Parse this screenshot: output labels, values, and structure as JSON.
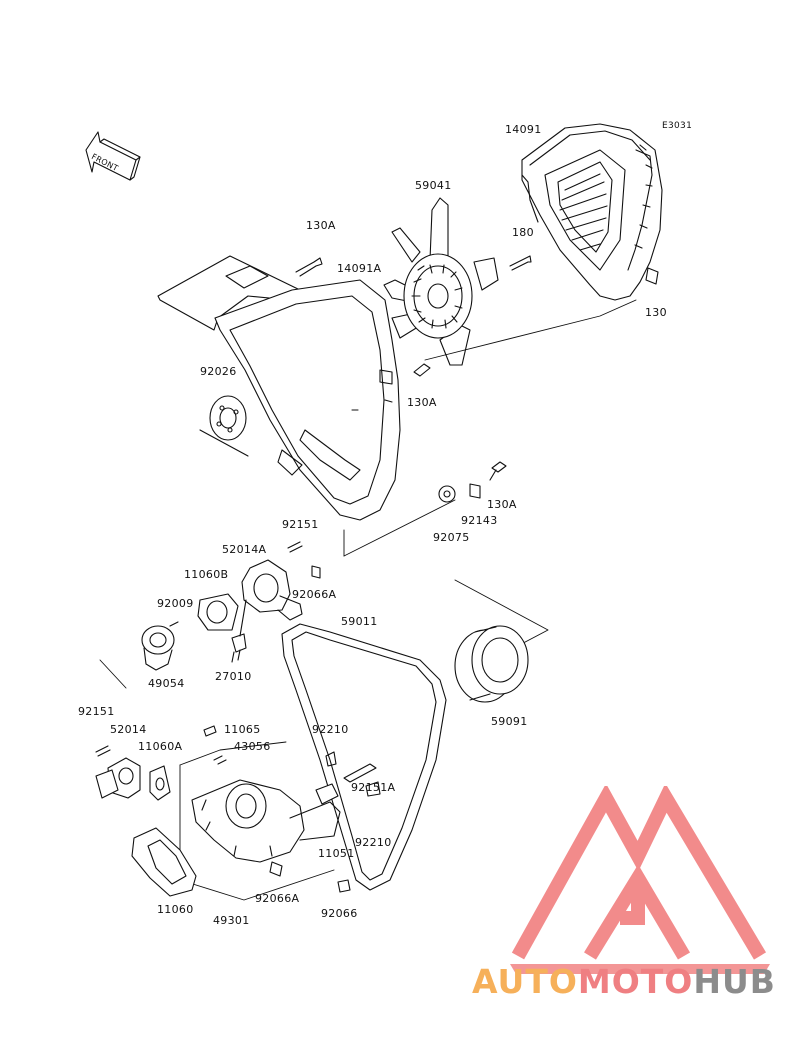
{
  "diagram_code": "E3031",
  "front_label": "FRONT",
  "watermark": {
    "part1": "AUTO",
    "part2": "MOTO",
    "part3": "HUB",
    "colors": {
      "auto": "#f6b05a",
      "moto": "#ef7f82",
      "hub": "#8c8c8c",
      "logo": "#f28b8b"
    }
  },
  "parts": [
    {
      "id": "p14091",
      "text": "14091"
    },
    {
      "id": "p59041",
      "text": "59041"
    },
    {
      "id": "p130a_1",
      "text": "130A"
    },
    {
      "id": "p14091a",
      "text": "14091A"
    },
    {
      "id": "p180",
      "text": "180"
    },
    {
      "id": "p130",
      "text": "130"
    },
    {
      "id": "p92026",
      "text": "92026"
    },
    {
      "id": "p130a_2",
      "text": "130A"
    },
    {
      "id": "p92143",
      "text": "92143"
    },
    {
      "id": "p130a_3",
      "text": "130A"
    },
    {
      "id": "p92075",
      "text": "92075"
    },
    {
      "id": "p92151_1",
      "text": "92151"
    },
    {
      "id": "p52014a",
      "text": "52014A"
    },
    {
      "id": "p11060b",
      "text": "11060B"
    },
    {
      "id": "p92066a_1",
      "text": "92066A"
    },
    {
      "id": "p92009",
      "text": "92009"
    },
    {
      "id": "p59011",
      "text": "59011"
    },
    {
      "id": "p27010",
      "text": "27010"
    },
    {
      "id": "p49054",
      "text": "49054"
    },
    {
      "id": "p59091",
      "text": "59091"
    },
    {
      "id": "p92151_2",
      "text": "92151"
    },
    {
      "id": "p52014",
      "text": "52014"
    },
    {
      "id": "p11065",
      "text": "11065"
    },
    {
      "id": "p11060a",
      "text": "11060A"
    },
    {
      "id": "p43056",
      "text": "43056"
    },
    {
      "id": "p92210_1",
      "text": "92210"
    },
    {
      "id": "p92151a",
      "text": "92151A"
    },
    {
      "id": "p11051",
      "text": "11051"
    },
    {
      "id": "p92210_2",
      "text": "92210"
    },
    {
      "id": "p11060",
      "text": "11060"
    },
    {
      "id": "p92066a_2",
      "text": "92066A"
    },
    {
      "id": "p92066",
      "text": "92066"
    },
    {
      "id": "p49301",
      "text": "49301"
    }
  ]
}
